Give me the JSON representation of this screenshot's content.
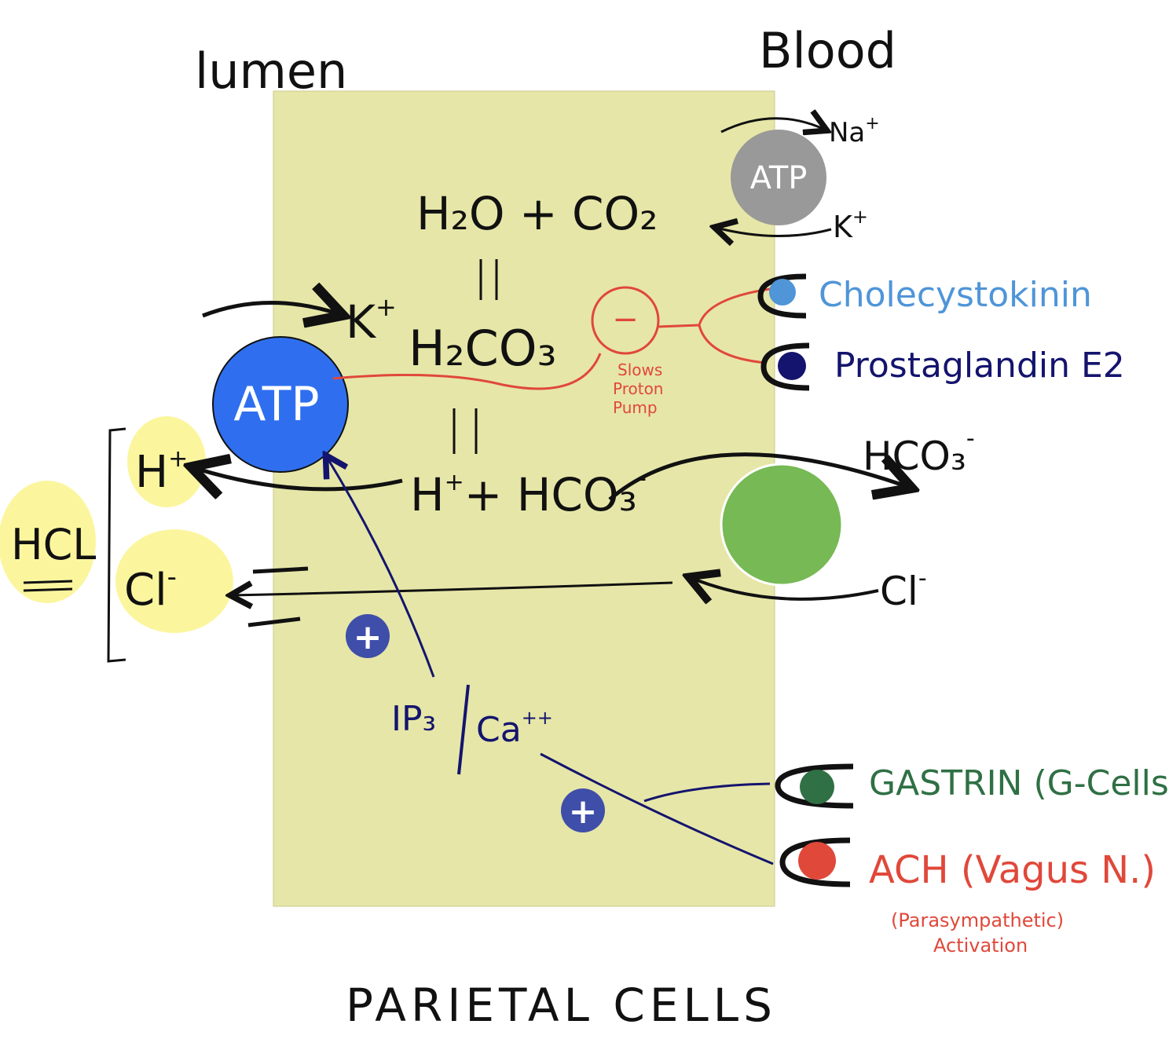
{
  "labels": {
    "lumen": "lumen",
    "blood": "Blood",
    "footer": "PARIETAL CELLS",
    "na": "Na",
    "na_sup": "+",
    "k_blood": "K",
    "k_blood_sup": "+",
    "atp_small": "ATP",
    "atp_big": "ATP",
    "h2o_co2": "H₂O + CO₂",
    "k_lumen": "K",
    "k_lumen_sup": "+",
    "h2co3": "H₂CO₃",
    "h_hco3": "H",
    "h_hco3_sup": "+",
    "h_hco3_rest": "+ HCO₃",
    "h_hco3_charge": "-",
    "h_out": "H",
    "h_out_sup": "+",
    "cl_out": "Cl",
    "cl_out_sup": "-",
    "hcl": "HCL",
    "hco3_blood": "HCO₃",
    "hco3_blood_charge": "-",
    "cl_blood": "Cl",
    "cl_blood_sup": "-",
    "inhibit_sign": "−",
    "slows_1": "Slows",
    "slows_2": "Proton",
    "slows_3": "Pump",
    "cholecystokinin": "Cholecystokinin",
    "prostaglandin": "Prostaglandin E2",
    "ip3": "IP₃",
    "ca": "Ca",
    "ca_sup": "++",
    "plus_1": "+",
    "plus_2": "+",
    "gastrin": "GASTRIN (G-Cells)",
    "ach": "ACH (Vagus N.)",
    "ach_note_1": "(Parasympathetic)",
    "ach_note_2": "Activation"
  },
  "colors": {
    "cell_fill": "#e6e6a8",
    "atp_blue": "#2f6fef",
    "atp_gray": "#999999",
    "exchanger_green": "#77b955",
    "highlight_yellow": "#fbf69e",
    "inhibit_red": "#e0483a",
    "cck_blue": "#4f95d8",
    "pge2_navy": "#14146e",
    "gastrin_green": "#2f7044",
    "ach_red": "#e0483a",
    "plus_badge": "#3f4ea8",
    "ink": "#111111"
  }
}
